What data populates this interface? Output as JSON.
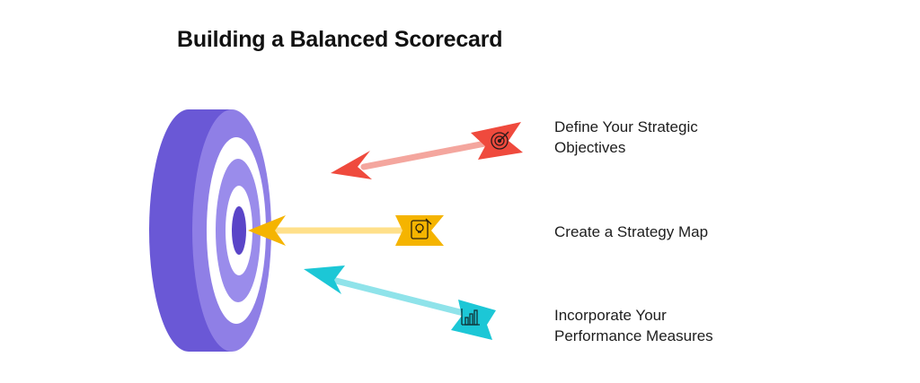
{
  "title": "Building a Balanced Scorecard",
  "steps": [
    {
      "line1": "Define Your Strategic",
      "line2": "Objectives",
      "icon": "target-icon",
      "color": "#EF4A3D",
      "shaft_color": "#F4A69E"
    },
    {
      "line1": "Create a Strategy Map",
      "line2": "",
      "icon": "lightbulb-idea-icon",
      "color": "#F5B400",
      "shaft_color": "#FFE08A"
    },
    {
      "line1": "Incorporate Your",
      "line2": "Performance Measures",
      "icon": "bar-chart-icon",
      "color": "#1CC7D6",
      "shaft_color": "#8FE3EA"
    }
  ],
  "target_colors": {
    "outer": "#7C6CE0",
    "side": "#6A58D6",
    "ring": "#9A8CEB",
    "white": "#FFFFFF",
    "center": "#5A45C8"
  }
}
